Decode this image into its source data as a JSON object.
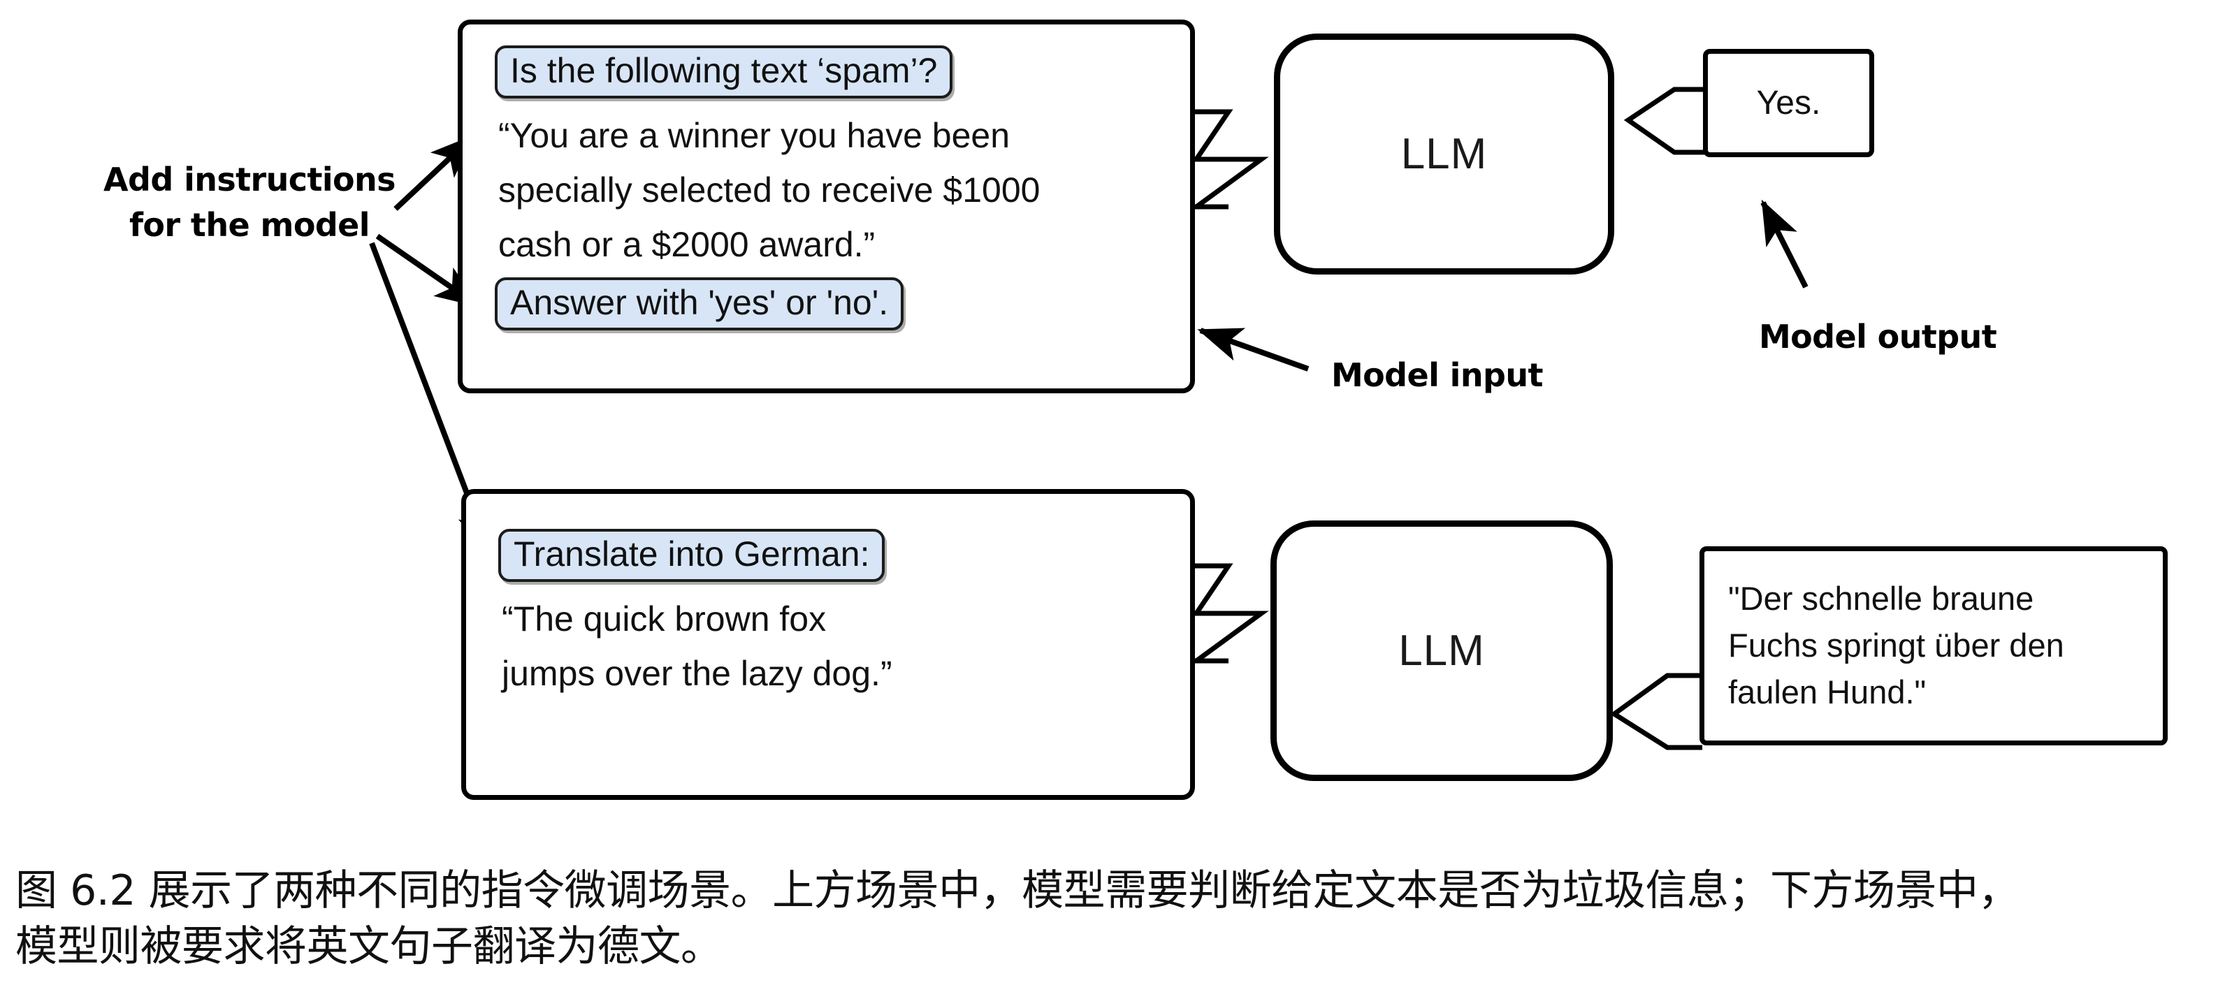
{
  "figure": {
    "annotations": {
      "add_instructions_line1": "Add instructions",
      "add_instructions_line2": "for the model",
      "model_input": "Model input",
      "model_output": "Model output"
    },
    "scenarios": [
      {
        "id": "spam-classification",
        "instruction_pill_top": "Is the following text ‘spam’?",
        "body_lines": [
          "“You are a winner you have been",
          "specially selected to receive $1000",
          "cash or a $2000 award.”"
        ],
        "instruction_pill_bottom": "Answer with 'yes' or 'no'.",
        "llm_label": "LLM",
        "output_lines": [
          "Yes."
        ]
      },
      {
        "id": "german-translation",
        "instruction_pill_top": "Translate into German:",
        "body_lines": [
          "“The quick brown fox",
          "jumps over the lazy dog.”"
        ],
        "instruction_pill_bottom": null,
        "llm_label": "LLM",
        "output_lines": [
          "\"Der schnelle braune",
          "Fuchs springt über den",
          "faulen Hund.\""
        ]
      }
    ]
  },
  "caption": {
    "line1": "图 6.2 展示了两种不同的指令微调场景。上方场景中，模型需要判断给定文本是否为垃圾信息；下方场景中，",
    "line2": "模型则被要求将英文句子翻译为德文。"
  },
  "colors": {
    "instruction_highlight": "#d7e5f6",
    "stroke": "#000000",
    "text": "#111111",
    "background": "#ffffff"
  }
}
